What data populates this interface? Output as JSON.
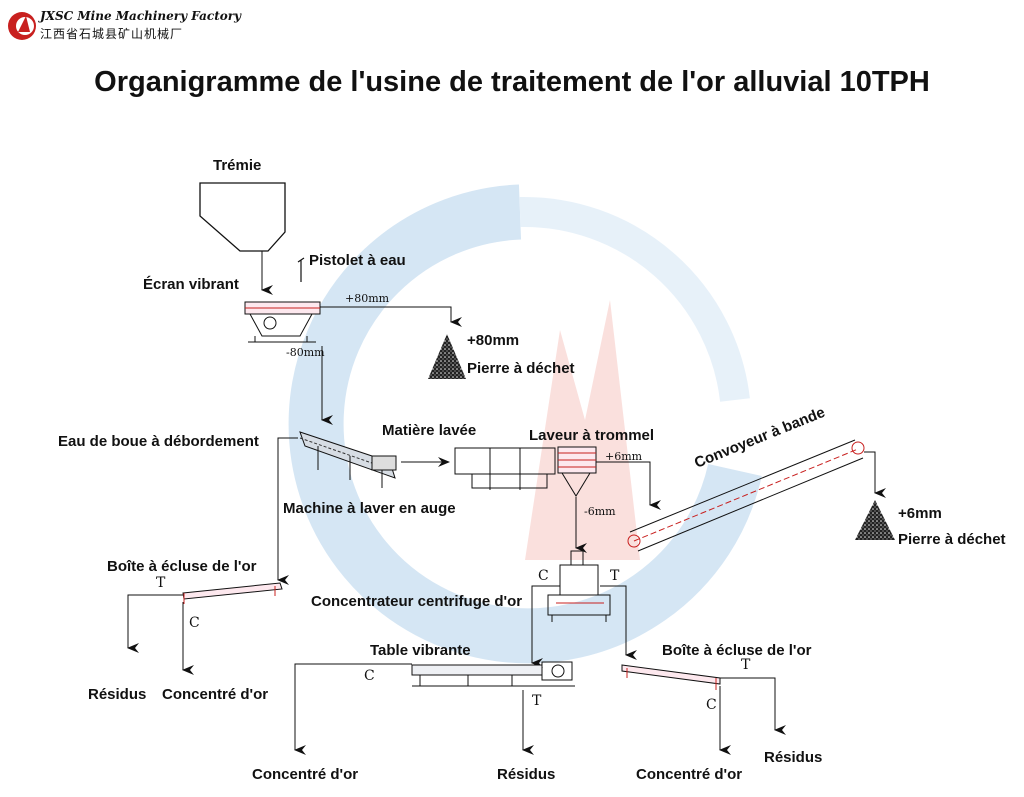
{
  "header": {
    "company_en": "JXSC Mine Machinery Factory",
    "company_cn": "江西省石城县矿山机械厂",
    "title": "Organigramme de l'usine de traitement de l'or alluvial 10TPH"
  },
  "nodes": {
    "hopper": "Trémie",
    "water_gun": "Pistolet à eau",
    "vibrating_screen": "Écran vibrant",
    "oversize_80": "+80mm",
    "waste_rock_1": "Pierre à déchet",
    "overflow_mud": "Eau de boue à débordement",
    "washed_material": "Matière lavée",
    "trommel": "Laveur à trommel",
    "trough_washer": "Machine à laver en auge",
    "belt_conveyor": "Convoyeur à bande",
    "oversize_6": "+6mm",
    "waste_rock_2": "Pierre à déchet",
    "sluice_left": "Boîte à écluse de l'or",
    "centrifugal": "Concentrateur centrifuge d'or",
    "shaking_table": "Table vibrante",
    "sluice_right": "Boîte à écluse de l'or",
    "tailings_left": "Résidus",
    "concentrate_left": "Concentré d'or",
    "concentrate_table": "Concentré d'or",
    "tailings_table": "Résidus",
    "concentrate_right": "Concentré d'or",
    "tailings_right": "Résidus"
  },
  "flow_labels": {
    "plus80": "+80mm",
    "minus80": "-80mm",
    "plus6": "+6mm",
    "minus6": "-6mm",
    "T": "T",
    "C": "C"
  }
}
